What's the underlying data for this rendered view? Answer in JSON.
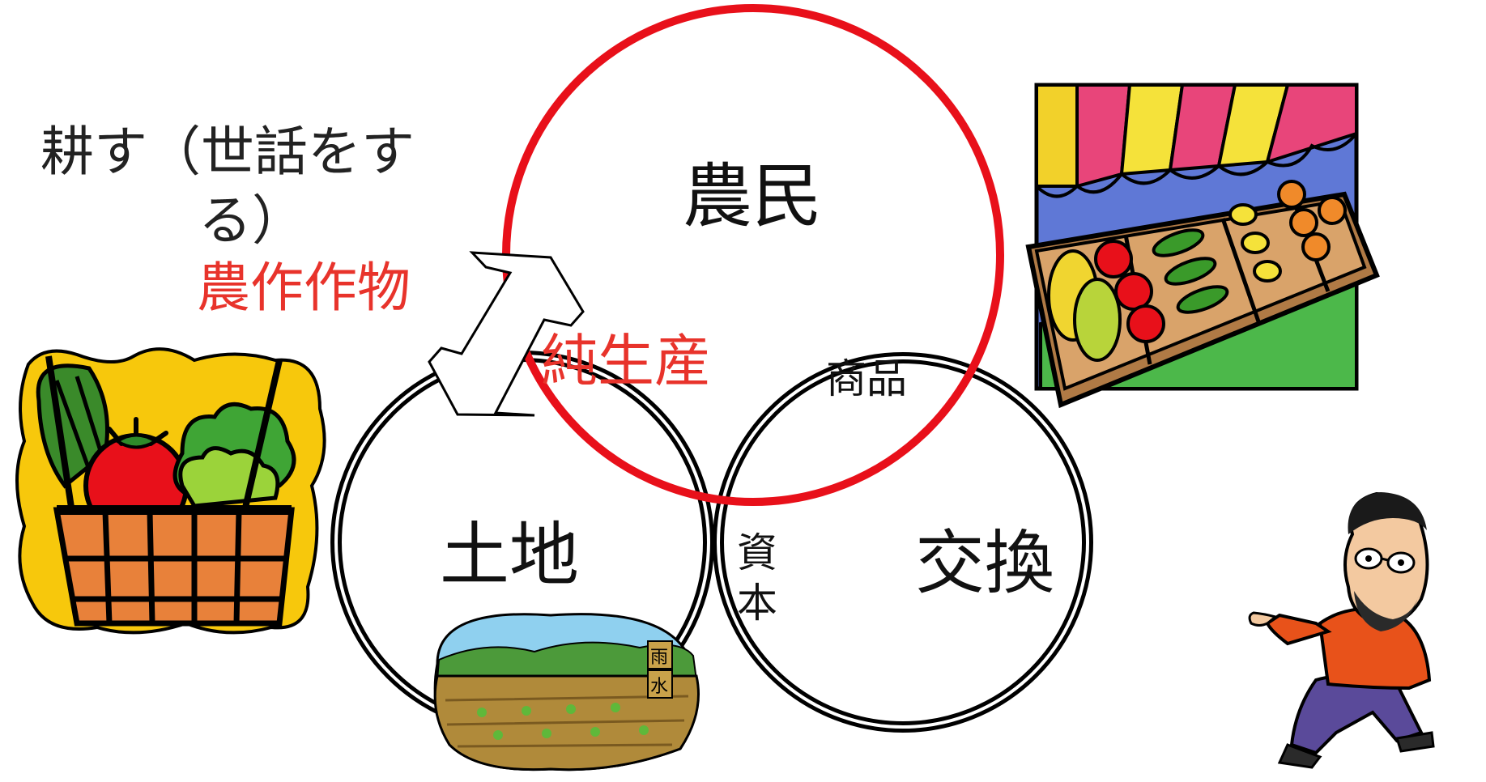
{
  "title_line1": "耕す（世話をす",
  "title_line2": "る）",
  "crops_label": "農作作物",
  "net_product_label": "純生産",
  "circles": {
    "farmer": "農民",
    "land": "土地",
    "exchange": "交換"
  },
  "overlaps": {
    "goods": "商品",
    "capital_line1": "資",
    "capital_line2": "本"
  },
  "field_signs": [
    "雨",
    "水"
  ],
  "colors": {
    "farmer_circle": "#e8101a",
    "red_text": "#e8332b",
    "outline": "#000000"
  },
  "icons": [
    "vegetable-basket-icon",
    "market-stall-icon",
    "farm-field-icon",
    "bearded-man-pointing-icon",
    "double-arrow-icon"
  ]
}
